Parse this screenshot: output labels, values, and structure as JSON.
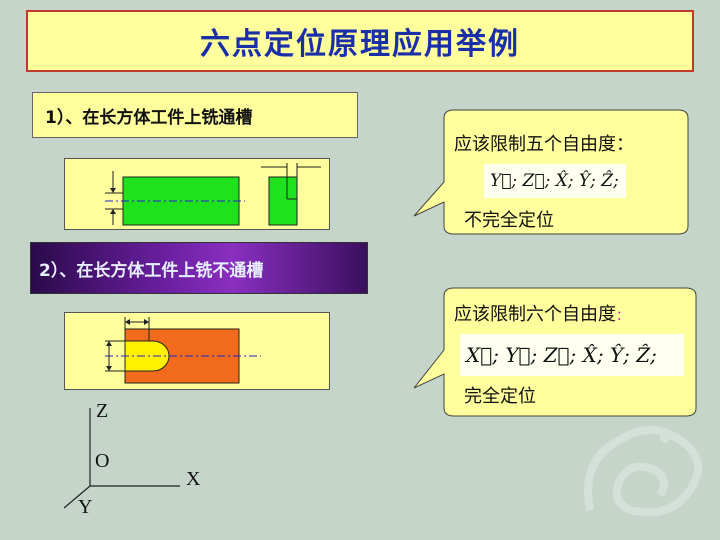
{
  "title": "六点定位原理应用举例",
  "example1": {
    "label": "1）、在长方体工件上铣通槽",
    "callout_heading": "应该限制五个自由度：",
    "dof_text": "Y⃗; Z⃗; X̂; Ŷ; Ẑ;",
    "result": "不完全定位"
  },
  "example2": {
    "label": "2）、在长方体工件上铣不通槽",
    "callout_heading": "应该限制六个自由度",
    "callout_colon": "：",
    "dof_text": "X⃗; Y⃗; Z⃗; X̂; Ŷ; Ẑ;",
    "result": "完全定位"
  },
  "axes": {
    "z": "Z",
    "o": "O",
    "x": "X",
    "y": "Y"
  },
  "colors": {
    "background": "#c5d5c9",
    "title_bg": "#fefe9c",
    "title_border": "#c0392b",
    "title_text": "#1a2ea8",
    "slot_green": "#1fe21f",
    "slot_orange": "#f26a1b",
    "slot_yellow": "#fff200",
    "callout_bg": "#fefe9c"
  }
}
